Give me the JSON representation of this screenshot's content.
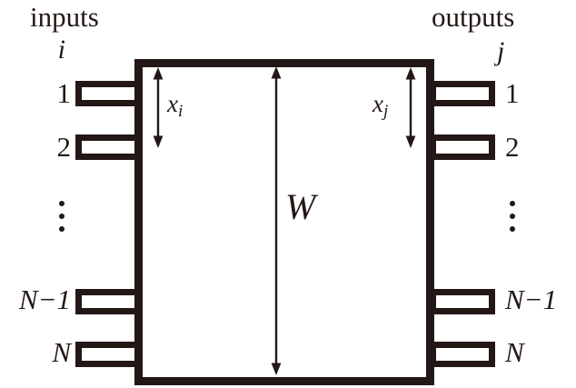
{
  "diagram": {
    "ink_color": "#231815",
    "background_color": "#ffffff",
    "left": {
      "header": "inputs",
      "index_var": "i",
      "ports": [
        "1",
        "2",
        "N−1",
        "N"
      ]
    },
    "right": {
      "header": "outputs",
      "index_var": "j",
      "ports": [
        "1",
        "2",
        "N−1",
        "N"
      ]
    },
    "dimensions": {
      "xi_base": "x",
      "xi_sub": "i",
      "xj_base": "x",
      "xj_sub": "j",
      "width_label": "W"
    },
    "icons": {
      "vertical_ellipsis": "⋮"
    }
  }
}
